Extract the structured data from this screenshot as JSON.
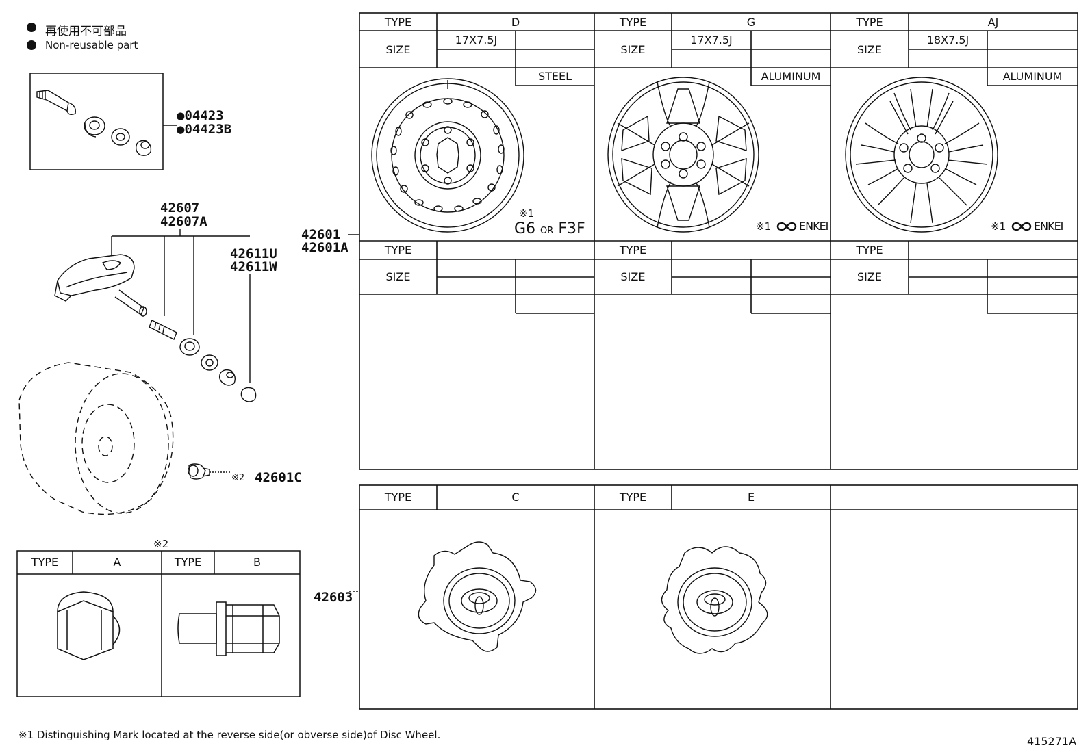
{
  "legend": {
    "jp": "再使用不可部品",
    "en": "Non-reusable part"
  },
  "valve_kit": {
    "part1": "●04423",
    "part2": "●04423B"
  },
  "sensor": {
    "part1": "42607",
    "part2": "42607A",
    "part3": "42611U",
    "part4": "42611W"
  },
  "nut_callout": {
    "mark": "※2",
    "part": "42601C"
  },
  "wheel_parts": {
    "part1": "42601",
    "part2": "42601A"
  },
  "cap_part": "42603",
  "nut_table": {
    "mark": "※2",
    "type_label": "TYPE",
    "type_a": "A",
    "type_b": "B"
  },
  "wheels_top": [
    {
      "type_label": "TYPE",
      "type": "D",
      "size_label": "SIZE",
      "size": "17X7.5J",
      "material": "STEEL",
      "mark": "※1",
      "mark2": "G6",
      "or": "OR",
      "mark3": "F3F"
    },
    {
      "type_label": "TYPE",
      "type": "G",
      "size_label": "SIZE",
      "size": "17X7.5J",
      "material": "ALUMINUM",
      "mark": "※1",
      "brand": "ENKEI"
    },
    {
      "type_label": "TYPE",
      "type": "AJ",
      "size_label": "SIZE",
      "size": "18X7.5J",
      "material": "ALUMINUM",
      "mark": "※1",
      "brand": "ENKEI"
    }
  ],
  "wheels_empty": [
    {
      "type_label": "TYPE",
      "size_label": "SIZE"
    },
    {
      "type_label": "TYPE",
      "size_label": "SIZE"
    },
    {
      "type_label": "TYPE",
      "size_label": "SIZE"
    }
  ],
  "caps": [
    {
      "type_label": "TYPE",
      "type": "C"
    },
    {
      "type_label": "TYPE",
      "type": "E"
    }
  ],
  "footnote": "※1 Distinguishing Mark located at the reverse side(or obverse side)of Disc Wheel.",
  "diagram_id": "415271A"
}
